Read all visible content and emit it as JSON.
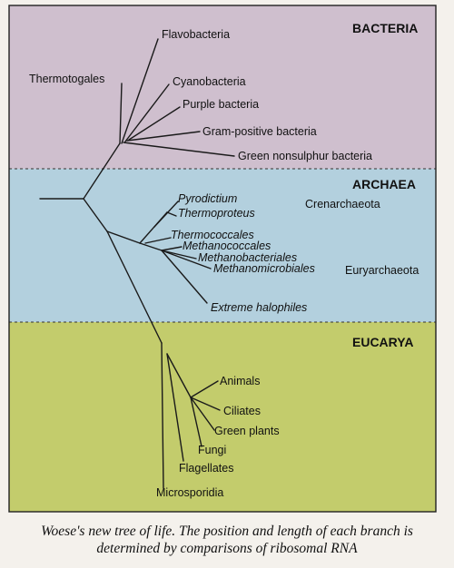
{
  "domains": {
    "bacteria": "BACTERIA",
    "archaea": "ARCHAEA",
    "eucarya": "EUCARYA"
  },
  "groups": {
    "crenarchaeota": "Crenarchaeota",
    "euryarchaeota": "Euryarchaeota"
  },
  "taxa": {
    "flavobacteria": "Flavobacteria",
    "thermotogales": "Thermotogales",
    "cyanobacteria": "Cyanobacteria",
    "purple_bacteria": "Purple bacteria",
    "gram_positive": "Gram-positive bacteria",
    "green_nonsulphur": "Green nonsulphur bacteria",
    "pyrodictium": "Pyrodictium",
    "thermoproteus": "Thermoproteus",
    "thermococcales": "Thermococcales",
    "methanococcales": "Methanococcales",
    "methanobacteriales": "Methanobacteriales",
    "methanomicrobiales": "Methanomicrobiales",
    "extreme_halophiles": "Extreme halophiles",
    "animals": "Animals",
    "ciliates": "Ciliates",
    "green_plants": "Green plants",
    "fungi": "Fungi",
    "flagellates": "Flagellates",
    "microsporidia": "Microsporidia"
  },
  "caption": {
    "line1": "Woese's new tree of life. The position and length of each branch is",
    "line2": "determined by comparisons of ribosomal RNA"
  },
  "colors": {
    "bacteria": "#cfbfce",
    "archaea": "#b3d0de",
    "eucarya": "#c3cc6c",
    "line": "#1a1a1a",
    "background": "#f4f1ec"
  }
}
